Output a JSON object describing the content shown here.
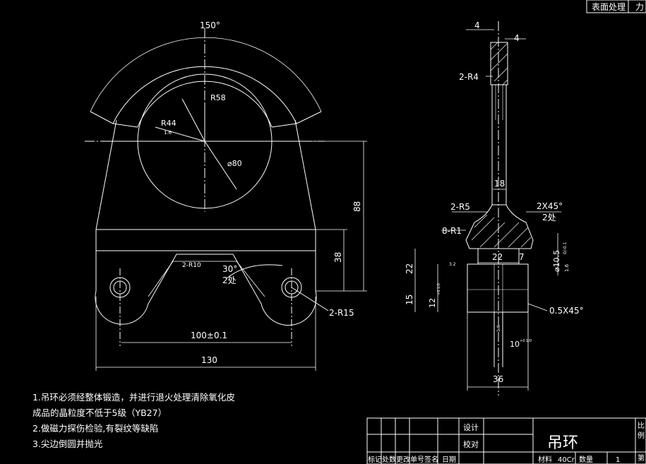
{
  "header": {
    "surface_treatment": "表面处理",
    "corner_char": "力"
  },
  "front_view": {
    "angle_top": "150°",
    "radius_outer": "R58",
    "radius_inner": "R44",
    "diameter": "⌀80",
    "roughness_r44": "1.6",
    "radius_slot": "2-R10",
    "angle_30": "30°",
    "angle_30_count": "2处",
    "height_88": "88",
    "height_38": "38",
    "radius_r15": "2-R15",
    "span_100": "100±0.1",
    "width_130": "130"
  },
  "side_view": {
    "top_w1": "4",
    "top_w2": "4",
    "radius_r4": "2-R4",
    "shank_18": "18",
    "radius_r5": "2-R5",
    "chamfer_2x45": "2X45°",
    "chamfer_count": "2处",
    "radius_r1": "8-R1",
    "width_22": "22",
    "width_7": "7",
    "diameter_10_5": "⌀10.5",
    "tol_10_5": "0/-0.1",
    "roughness_10_5": "1.6",
    "height_22": "22",
    "height_15": "15",
    "height_12": "12",
    "tol_12": "+0.1/0",
    "chamfer_05": "0.5X45°",
    "roughness_small": "3.2",
    "roughness_bot": "1.6",
    "width_10": "10",
    "tol_10": "+0.1/0",
    "width_36": "36"
  },
  "notes": [
    "1.吊环必须经整体锻造，并进行退火处理清除氧化皮",
    "  成品的晶粒度不低于5级（YB27）",
    "2.做磁力探伤检验,有裂纹等缺陷",
    "3.尖边倒圆并抛光"
  ],
  "title_block": {
    "design": "设计",
    "check": "校对",
    "part_name": "吊环",
    "material_label": "材料",
    "material_value": "40Cr",
    "qty_label": "数量",
    "qty_value": "1",
    "revision_header": "标记处数更改单号签名",
    "date_label": "日期",
    "right_1": "比",
    "right_2": "例",
    "right_3": "第"
  },
  "colors": {
    "background": "#000000",
    "line": "#ffffff"
  }
}
